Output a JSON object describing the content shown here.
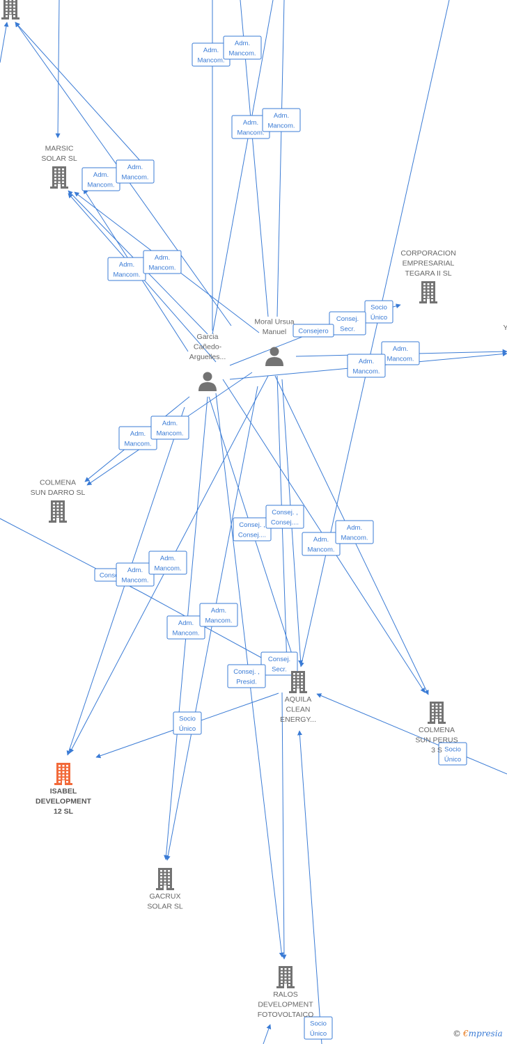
{
  "colors": {
    "edge": "#3a7bd5",
    "company": "#737373",
    "company_highlight": "#f26a3a",
    "person": "#737373"
  },
  "nodes": [
    {
      "id": "top-left-company",
      "kind": "company",
      "label": []
    },
    {
      "id": "marsic",
      "kind": "company",
      "label": [
        "MARSIC",
        "SOLAR  SL"
      ]
    },
    {
      "id": "corporacion",
      "kind": "company",
      "label": [
        "CORPORACION",
        "EMPRESARIAL",
        "TEGARA II  SL"
      ]
    },
    {
      "id": "moral",
      "kind": "person",
      "label": [
        "Moral Ursua",
        "Manuel"
      ]
    },
    {
      "id": "garcia",
      "kind": "person",
      "label": [
        "Garcia",
        "Cañedo-",
        "Arguelles..."
      ]
    },
    {
      "id": "colmena-darro",
      "kind": "company",
      "label": [
        "COLMENA",
        "SUN DARRO  SL"
      ]
    },
    {
      "id": "aquila",
      "kind": "company",
      "label": [
        "AQUILA",
        "CLEAN",
        "ENERGY..."
      ]
    },
    {
      "id": "colmena-3",
      "kind": "company",
      "label": [
        "COLMENA",
        "SUN PERUS",
        "3  S"
      ]
    },
    {
      "id": "isabel",
      "kind": "company",
      "highlight": true,
      "label": [
        "ISABEL",
        "DEVELOPMENT",
        "12  SL"
      ]
    },
    {
      "id": "gacrux",
      "kind": "company",
      "label": [
        "GACRUX",
        "SOLAR  SL"
      ]
    },
    {
      "id": "ralos",
      "kind": "company",
      "label": [
        "RALOS",
        "DEVELOPMENT",
        "FOTOVOLTAICO"
      ]
    }
  ],
  "edge_labels": [
    [
      "Adm.",
      "Mancom."
    ],
    [
      "Adm.",
      "Mancom."
    ],
    [
      "Adm.",
      "Mancom."
    ],
    [
      "Adm.",
      "Mancom."
    ],
    [
      "Adm.",
      "Mancom."
    ],
    [
      "Adm.",
      "Mancom."
    ],
    [
      "Adm.",
      "Mancom."
    ],
    [
      "Adm.",
      "Mancom."
    ],
    [
      "Socio",
      "Único"
    ],
    [
      "Consej.",
      "Secr."
    ],
    [
      "Consejero"
    ],
    [
      "Adm.",
      "Mancom."
    ],
    [
      "Adm.",
      "Mancom."
    ],
    [
      "Adm.",
      "Mancom."
    ],
    [
      "Adm.",
      "Mancom."
    ],
    [
      "Consej. ,",
      "Consej...."
    ],
    [
      "Consej. ,",
      "Consej...."
    ],
    [
      "Adm.",
      "Mancom."
    ],
    [
      "Adm.",
      "Mancom."
    ],
    [
      "Consej."
    ],
    [
      "Adm.",
      "Mancom."
    ],
    [
      "Adm.",
      "Mancom."
    ],
    [
      "Adm.",
      "Mancom."
    ],
    [
      "Adm.",
      "Mancom."
    ],
    [
      "Consej.",
      "Secr."
    ],
    [
      "Consej. ,",
      "Presid."
    ],
    [
      "Socio",
      "Único"
    ],
    [
      "Socio",
      "Único"
    ],
    [
      "Socio",
      "Único"
    ]
  ],
  "edge_label_tail": "Y",
  "brand": {
    "copyright": "©",
    "initial": "€",
    "name": "mpresia"
  }
}
